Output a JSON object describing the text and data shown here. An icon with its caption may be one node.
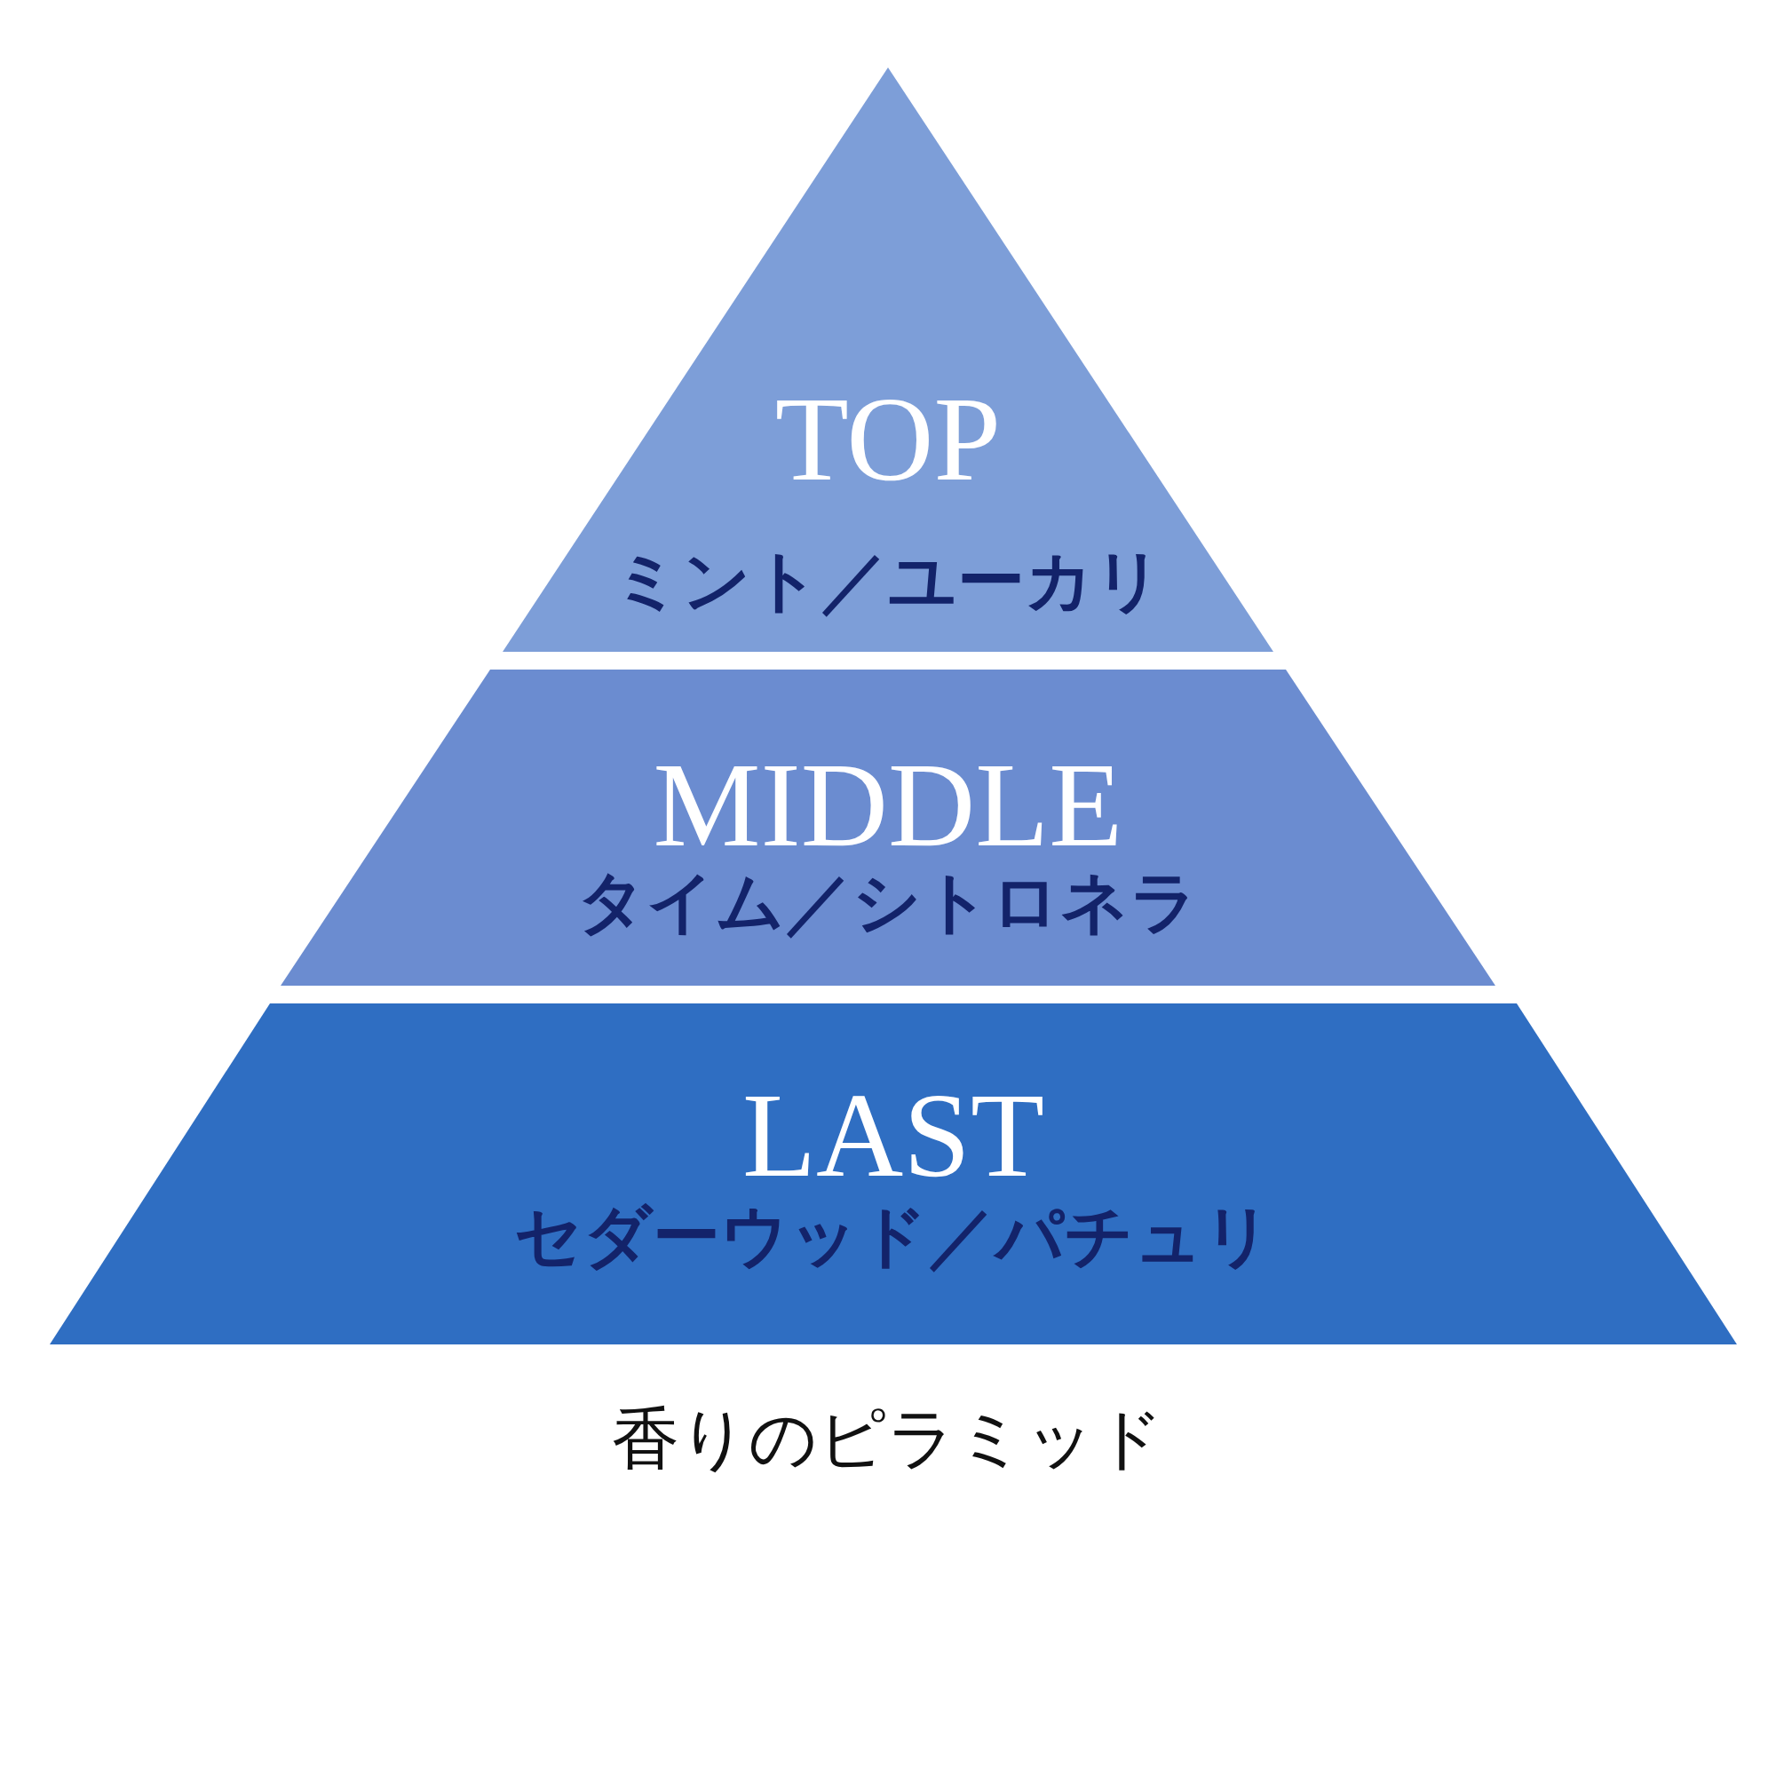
{
  "diagram": {
    "caption": "香りのピラミッド",
    "nodes": [
      {
        "text": [
          "TOP",
          "ミント／ユーカリ"
        ]
      },
      {
        "text": [
          "MIDDLE",
          "タイム／シトロネラ"
        ]
      },
      {
        "text": [
          "LAST",
          "セダーウッド／パチュリ"
        ]
      }
    ],
    "edges": []
  }
}
